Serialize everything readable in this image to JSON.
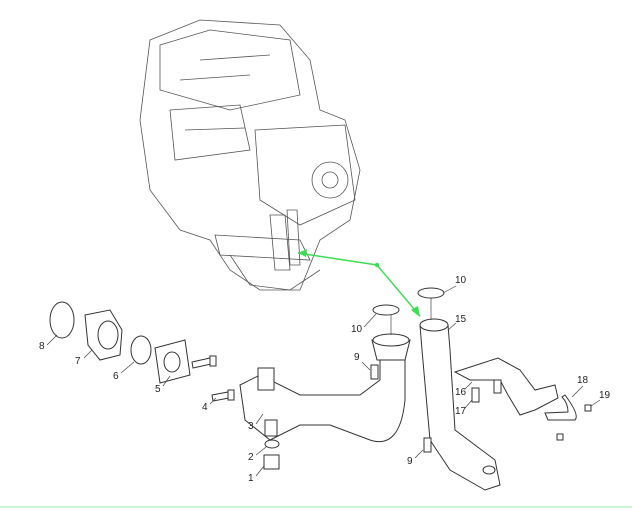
{
  "diagram": {
    "callouts": [
      {
        "id": "c8",
        "text": "8"
      },
      {
        "id": "c7",
        "text": "7"
      },
      {
        "id": "c6",
        "text": "6"
      },
      {
        "id": "c5",
        "text": "5"
      },
      {
        "id": "c4",
        "text": "4"
      },
      {
        "id": "c3",
        "text": "3"
      },
      {
        "id": "c2",
        "text": "2"
      },
      {
        "id": "c1",
        "text": "1"
      },
      {
        "id": "c9a",
        "text": "9"
      },
      {
        "id": "c10a",
        "text": "10"
      },
      {
        "id": "c10b",
        "text": "10"
      },
      {
        "id": "c15",
        "text": "15"
      },
      {
        "id": "c9b",
        "text": "9"
      },
      {
        "id": "c16",
        "text": "16"
      },
      {
        "id": "c17",
        "text": "17"
      },
      {
        "id": "c18",
        "text": "18"
      },
      {
        "id": "c19",
        "text": "19"
      }
    ],
    "colors": {
      "arrow": "#3ddc55",
      "line": "#333333"
    }
  }
}
